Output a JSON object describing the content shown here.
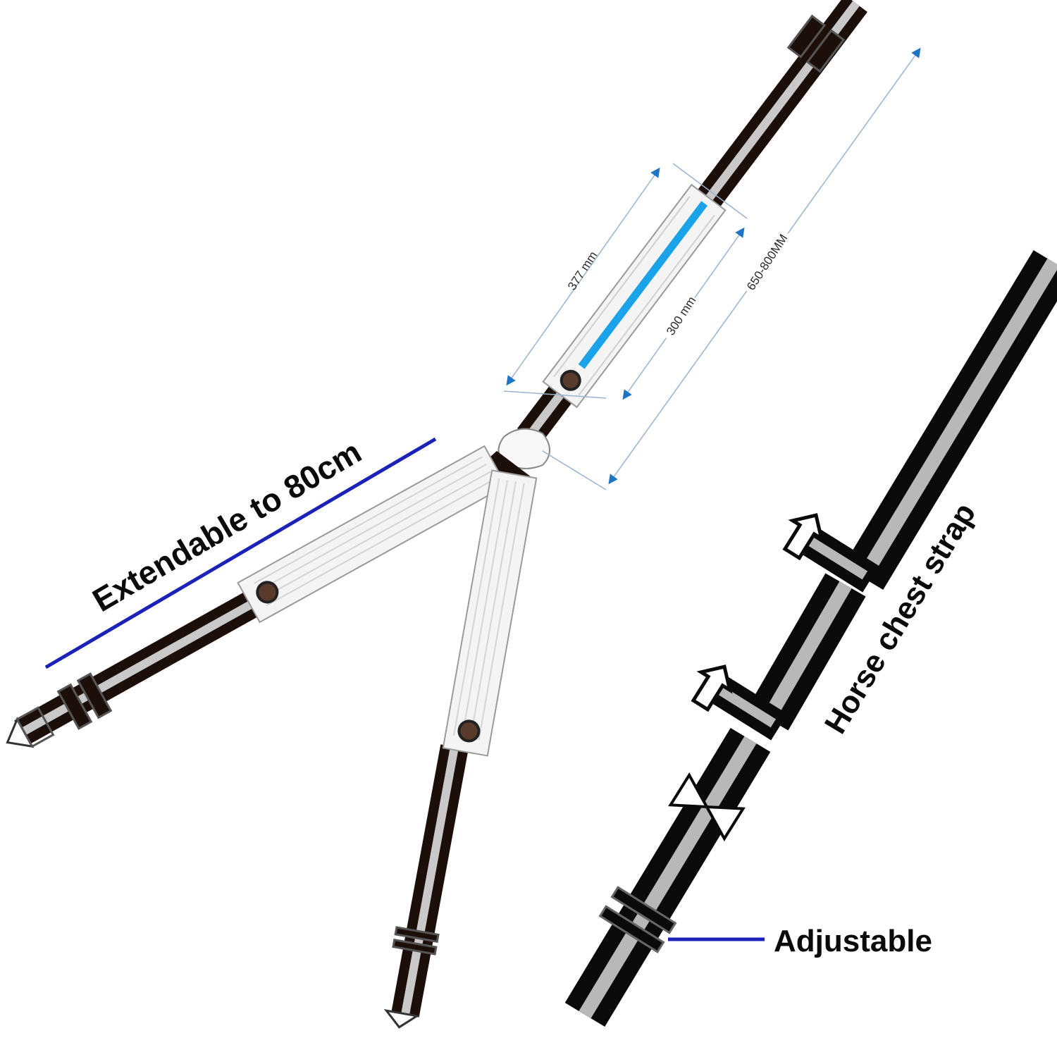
{
  "labels": {
    "extendable": "Extendable to 80cm",
    "chest_strap": "Horse chest strap",
    "adjustable": "Adjustable"
  },
  "dimensions": {
    "pad_length": "377 mm",
    "elastic_length": "300 mm",
    "total_length": "650-800MM"
  },
  "colors": {
    "strap_dark": "#1c0f0a",
    "strap_reflective": "#c9c9c9",
    "fleece": "#f4f4f4",
    "elastic_blue": "#1aa3e8",
    "dimension_arrow": "#1f74c4",
    "callout_line": "#1a22b8"
  }
}
